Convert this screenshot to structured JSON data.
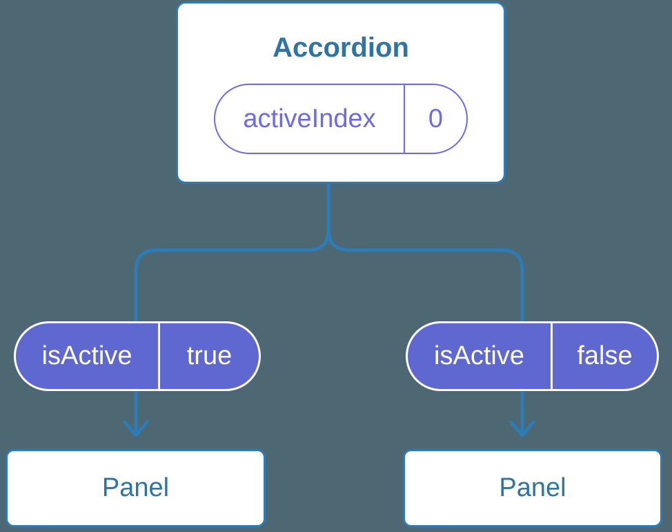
{
  "colors": {
    "background": "#4D6872",
    "line": "#2E7CB5",
    "card_bg": "#FFFFFF",
    "card_border": "#2E7CB5",
    "heading_text": "#2F74A3",
    "state_purple": "#6B6BE5",
    "prop_fill": "#5F67D1",
    "prop_text": "#FFFFFF"
  },
  "diagram": {
    "root": {
      "title": "Accordion",
      "state": {
        "name": "activeIndex",
        "value": "0"
      }
    },
    "children": [
      {
        "prop": {
          "name": "isActive",
          "value": "true"
        },
        "component": "Panel"
      },
      {
        "prop": {
          "name": "isActive",
          "value": "false"
        },
        "component": "Panel"
      }
    ]
  }
}
